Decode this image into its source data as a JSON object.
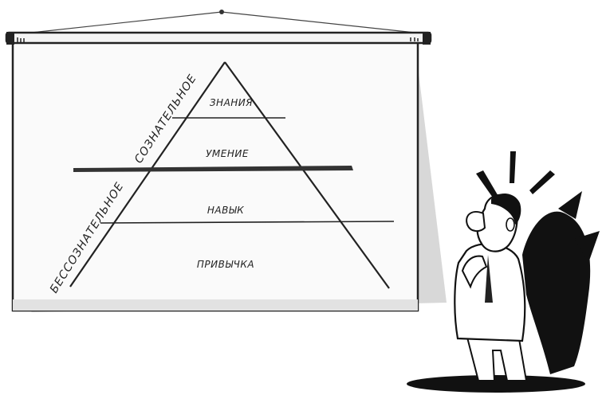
{
  "diagram": {
    "levels": [
      {
        "id": "knowledge",
        "label": "ЗНАНИЯ"
      },
      {
        "id": "skill",
        "label": "УМЕНИЕ"
      },
      {
        "id": "habit-skill",
        "label": "НАВЫК"
      },
      {
        "id": "habit",
        "label": "ПРИВЫЧКА"
      }
    ],
    "side_labels": {
      "conscious": "СОЗНАТЕЛЬНОЕ",
      "unconscious": "БЕССОЗНАТЕЛЬНОЕ"
    }
  },
  "colors": {
    "ink": "#222222",
    "screen": "#fafafa",
    "shadow": "#d8d8d8",
    "figure_dark": "#111111"
  }
}
